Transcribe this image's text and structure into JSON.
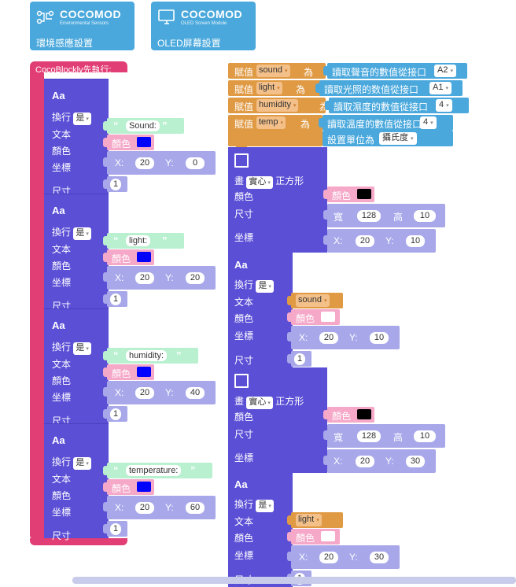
{
  "tabs": [
    {
      "brand": "COCOMOD",
      "sub": "Environmental Sensors",
      "label": "環境感應設置"
    },
    {
      "brand": "COCOMOD",
      "sub": "OLED Screen Module",
      "label": "OLED屏幕設置"
    }
  ],
  "hat": {
    "title": "CocoBlockly先執行:"
  },
  "labels": {
    "aa": "Aa",
    "wrap": "換行",
    "text": "文本",
    "color": "顏色",
    "coord": "坐標",
    "size": "尺寸",
    "color_val": "顏色",
    "x": "X:",
    "y": "Y:",
    "draw": "畫",
    "square": "正方形",
    "wide": "寬",
    "high": "高",
    "assign": "賦值",
    "as": "為",
    "yes": "是",
    "filled": "實心",
    "unit": "設置單位為",
    "unit_val": "攝氏度",
    "open_quote": "“",
    "close_quote": "”",
    "chev": "▾"
  },
  "left_blocks": [
    {
      "text": "Sound:",
      "color": "#0000ff",
      "x": "20",
      "y": "0",
      "size": "1"
    },
    {
      "text": "light:",
      "color": "#0000ff",
      "x": "20",
      "y": "20",
      "size": "1"
    },
    {
      "text": "humidity:",
      "color": "#0000ff",
      "x": "20",
      "y": "40",
      "size": "1"
    },
    {
      "text": "temperature:",
      "color": "#0000ff",
      "x": "20",
      "y": "60",
      "size": "1"
    }
  ],
  "assigns": [
    {
      "var": "sound",
      "sensor": "讀取聲音的數值從接口",
      "port": "A2"
    },
    {
      "var": "light",
      "sensor": "讀取光照的数值從接口",
      "port": "A1"
    },
    {
      "var": "humidity",
      "sensor": "讀取濕度的數值從接口",
      "port": "4"
    },
    {
      "var": "temp",
      "sensor": "讀取溫度的數值從接口",
      "port": "4"
    }
  ],
  "squares": [
    {
      "color": "#000000",
      "w": "128",
      "h": "10",
      "x": "20",
      "y": "10"
    },
    {
      "color": "#000000",
      "w": "128",
      "h": "10",
      "x": "20",
      "y": "30"
    }
  ],
  "right_text": [
    {
      "var": "sound",
      "color": "#ffffff",
      "x": "20",
      "y": "10",
      "size": "1"
    },
    {
      "var": "light",
      "color": "#ffffff",
      "x": "20",
      "y": "30",
      "size": "1"
    }
  ]
}
